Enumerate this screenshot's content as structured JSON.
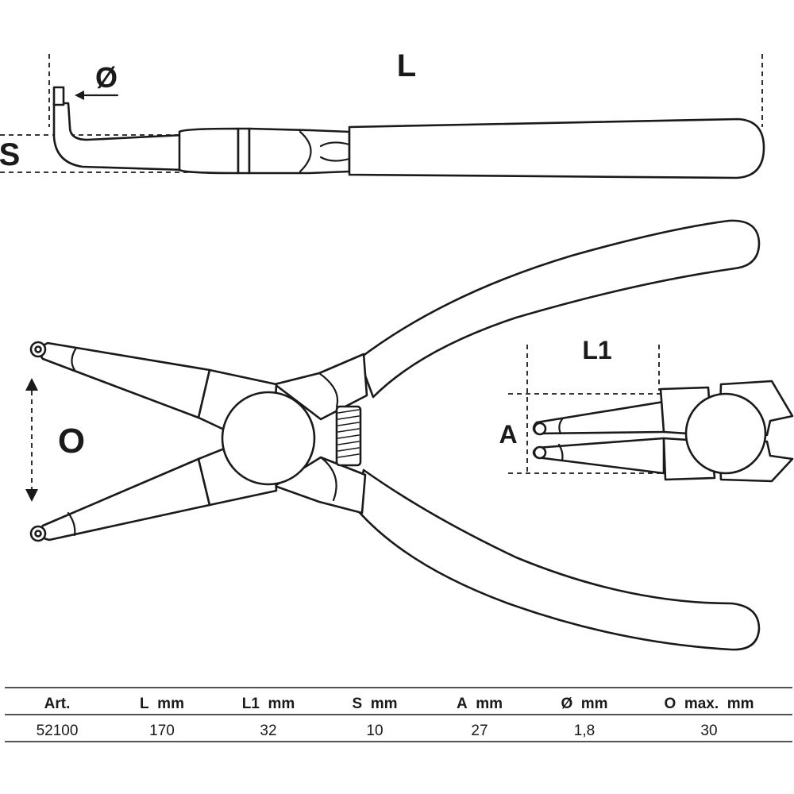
{
  "dimension_labels": {
    "length": "L",
    "diameter": "Ø",
    "height": "S",
    "opening": "O",
    "tip_length": "L1",
    "tip_spread": "A"
  },
  "spec_table": {
    "headers": [
      "Art.",
      "L mm",
      "L1 mm",
      "S mm",
      "A mm",
      "Ø mm",
      "O max. mm"
    ],
    "rows": [
      [
        "52100",
        "170",
        "32",
        "10",
        "27",
        "1,8",
        "30"
      ]
    ]
  }
}
